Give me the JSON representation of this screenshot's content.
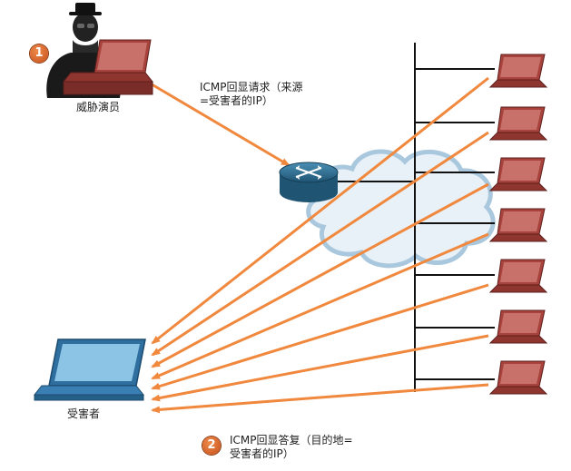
{
  "labels": {
    "threat_actor": "威胁演员",
    "victim": "受害者",
    "request_line1": "ICMP回显请求（来源",
    "request_line2": "=受害者的IP）",
    "reply_line1": "ICMP回显答复（目的地=",
    "reply_line2": "受害者的IP）"
  },
  "steps": {
    "step1": "1",
    "step2": "2"
  },
  "colors": {
    "arrow": "#f0883e",
    "laptop_red": "#a8423c",
    "laptop_red_screen": "#c8706a",
    "laptop_blue": "#2f6fa0",
    "laptop_blue_screen": "#8cc4e6",
    "router": "#2c6d8f",
    "cloud": "#bcd6e8",
    "badge": "#d9622b"
  },
  "icons": {
    "attacker": "hooded-hacker-icon",
    "router": "router-icon",
    "cloud": "cloud-icon",
    "host": "laptop-icon"
  }
}
